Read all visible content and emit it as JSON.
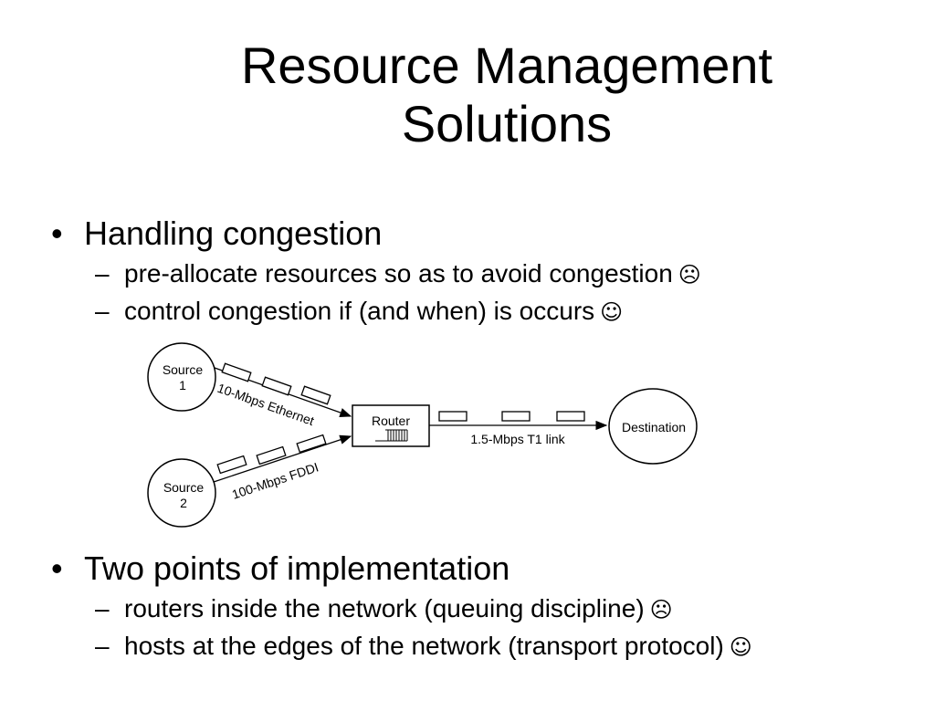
{
  "title": [
    "Resource Management",
    "Solutions"
  ],
  "section1": {
    "heading": "Handling congestion",
    "items": [
      {
        "text": "pre-allocate resources so as to avoid congestion",
        "icon": "☹"
      },
      {
        "text": "control congestion if (and when) is occurs",
        "icon": "☺"
      }
    ]
  },
  "diagram": {
    "source1": [
      "Source",
      "1"
    ],
    "source2": [
      "Source",
      "2"
    ],
    "link1": "10-Mbps Ethernet",
    "link2": "100-Mbps FDDI",
    "router": "Router",
    "t1": "1.5-Mbps T1 link",
    "destination": "Destination"
  },
  "section2": {
    "heading": "Two points of implementation",
    "items": [
      {
        "text": "routers inside the network (queuing discipline)",
        "icon": "☹"
      },
      {
        "text": "hosts at the edges of the network (transport protocol)",
        "icon": "☺"
      }
    ]
  },
  "bullet_glyph": "•",
  "dash_glyph": "–"
}
